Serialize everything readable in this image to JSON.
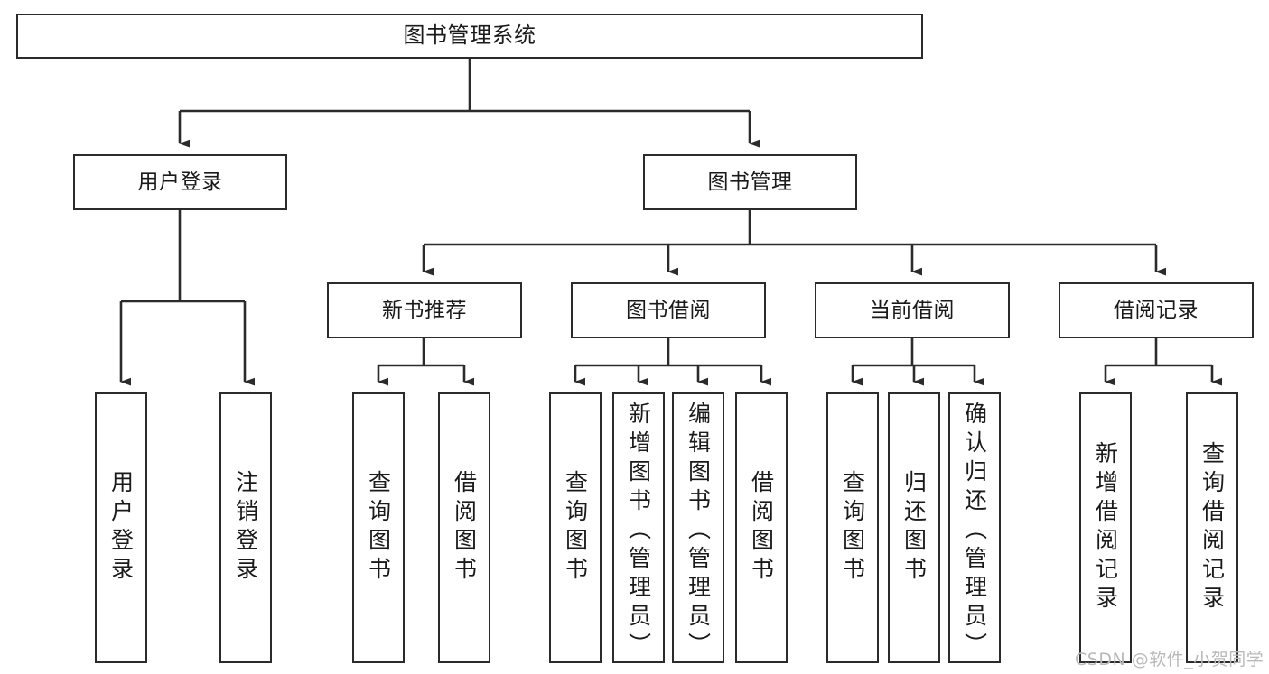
{
  "diagram": {
    "title": "图书管理系统",
    "type": "hierarchy-tree",
    "line_color": "#2b2b2b",
    "box_fill": "#ffffff",
    "background": "#ffffff",
    "nodes": {
      "root": {
        "label": "图书管理系统"
      },
      "tier2": [
        {
          "id": "user-login",
          "label": "用户登录"
        },
        {
          "id": "book-management",
          "label": "图书管理"
        }
      ],
      "tier3": [
        {
          "id": "new-book-recommend",
          "label": "新书推荐"
        },
        {
          "id": "book-borrow",
          "label": "图书借阅"
        },
        {
          "id": "current-borrow",
          "label": "当前借阅"
        },
        {
          "id": "borrow-record",
          "label": "借阅记录"
        }
      ],
      "leaves": {
        "user-login": [
          {
            "id": "leaf-user-login",
            "label": "用户登录"
          },
          {
            "id": "leaf-logout-login",
            "label": "注销登录"
          }
        ],
        "new-book-recommend": [
          {
            "id": "leaf-query-book-1",
            "label": "查询图书"
          },
          {
            "id": "leaf-borrow-book-1",
            "label": "借阅图书"
          }
        ],
        "book-borrow": [
          {
            "id": "leaf-query-book-2",
            "label": "查询图书"
          },
          {
            "id": "leaf-add-book",
            "label": "新增图书（管理员）"
          },
          {
            "id": "leaf-edit-book",
            "label": "编辑图书（管理员）"
          },
          {
            "id": "leaf-borrow-book-2",
            "label": "借阅图书"
          }
        ],
        "current-borrow": [
          {
            "id": "leaf-query-book-3",
            "label": "查询图书"
          },
          {
            "id": "leaf-return-book",
            "label": "归还图书"
          },
          {
            "id": "leaf-confirm-return",
            "label": "确认归还（管理员）"
          }
        ],
        "borrow-record": [
          {
            "id": "leaf-add-record",
            "label": "新增借阅记录"
          },
          {
            "id": "leaf-query-record",
            "label": "查询借阅记录"
          }
        ]
      }
    }
  },
  "watermark": {
    "text": "CSDN @软件_小贺同学"
  }
}
